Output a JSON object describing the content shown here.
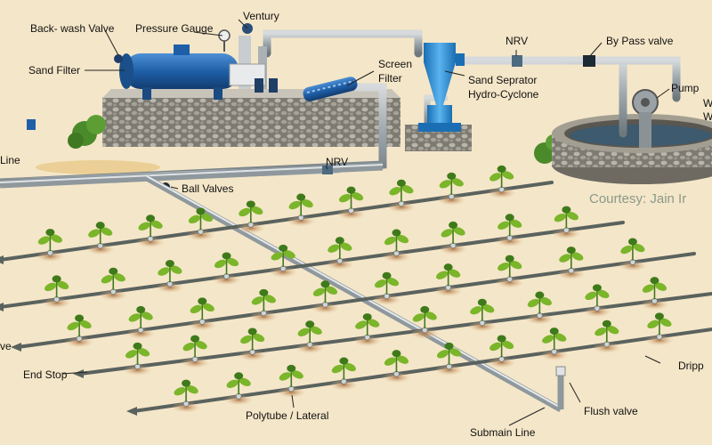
{
  "labels": {
    "backwash_valve": "Back- wash Valve",
    "pressure_gauge": "Pressure Gauge",
    "venturi": "Ventury",
    "sand_filter": "Sand Filter",
    "screen_filter_1": "Screen",
    "screen_filter_2": "Filter",
    "sand_separator_1": "Sand Seprator",
    "sand_separator_2": "Hydro-Cyclone",
    "nrv_top": "NRV",
    "bypass_valve": "By Pass valve",
    "pump": "Pump",
    "well_1": "W",
    "well_2": "W",
    "main_line": "Line",
    "nrv_mid": "NRV",
    "ball_valves": "Ball Valves",
    "courtesy": "Courtesy: Jain Ir",
    "valve_left": "ve",
    "dripper": "Dripp",
    "end_stop": "End Stop",
    "polytube": "Polytube / Lateral",
    "flush_valve": "Flush valve",
    "submain": "Submain Line"
  },
  "colors": {
    "ground": "#f4e6c8",
    "pipe": "#9aa4aa",
    "lateral": "#5a625e",
    "tank_blue": "#1f5fa8",
    "cyclone_blue": "#2a8fd6",
    "leaf": "#7ab52a",
    "leaf_dark": "#3f7a1a",
    "soil": "#c99566",
    "concrete": "#8f8a80"
  }
}
